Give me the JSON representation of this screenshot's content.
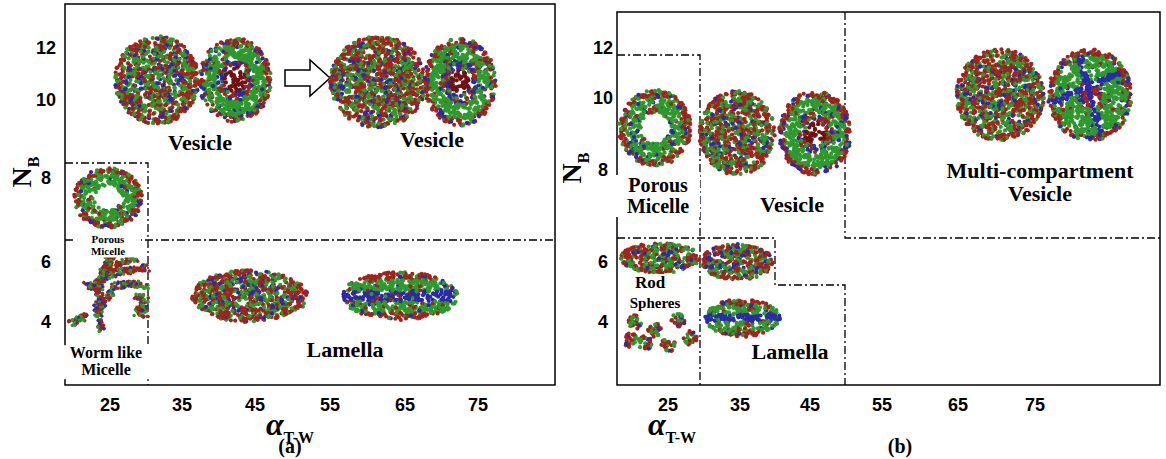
{
  "diagram": {
    "labels": [
      "12",
      "10",
      "8",
      "6",
      "4",
      "25",
      "35",
      "45",
      "55",
      "65",
      "75",
      "N",
      "B",
      "α",
      "T-W",
      "Vesicle",
      "Vesicle",
      "Porous Micelle",
      "Worm like Micelle",
      "Lamella",
      "(a)",
      "12",
      "10",
      "8",
      "6",
      "4",
      "25",
      "35",
      "45",
      "55",
      "65",
      "75",
      "N",
      "B",
      "α",
      "T-W",
      "Porous Micelle",
      "Vesicle",
      "Multi-compartment Vesicle",
      "Rod",
      "Spheres",
      "Lamella",
      "(b)"
    ]
  }
}
